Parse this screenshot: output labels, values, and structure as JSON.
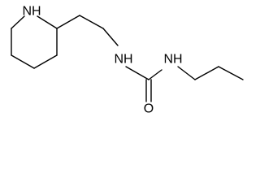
{
  "molecule": {
    "atom_labels": {
      "ring_nh": "NH",
      "urea_nh_left": "NH",
      "urea_nh_right": "NH",
      "carbonyl_o": "O"
    }
  }
}
